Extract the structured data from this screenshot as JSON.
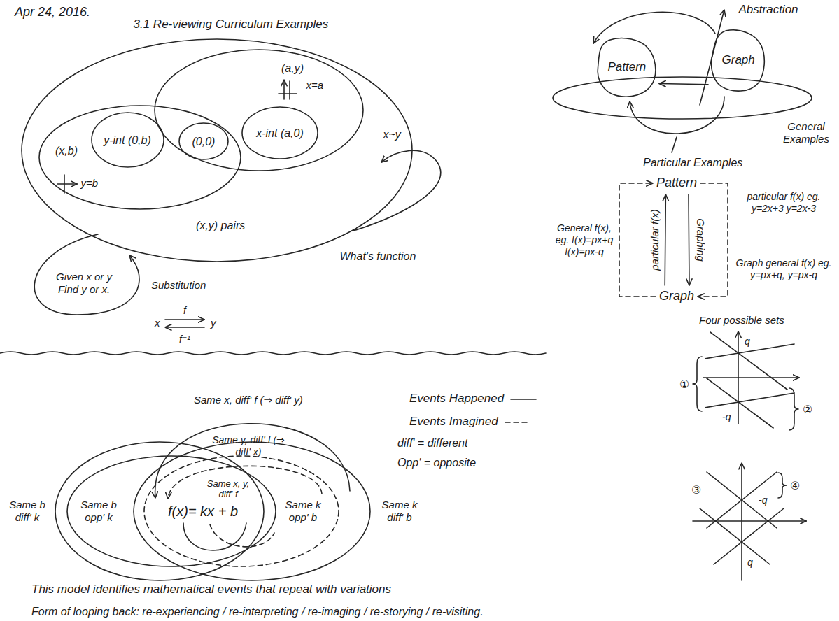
{
  "diagram": {
    "title": "3.1 Re-viewing Curriculum Examples",
    "caption": "This model identifies mathematical events that repeat with variations",
    "nodes": [
      {
        "text": [
          "(x,y) pairs"
        ]
      },
      {
        "text": [
          "(x,b)",
          "y=b"
        ],
        "in": 0
      },
      {
        "text": [
          "y-int (0,b)"
        ],
        "in": 1
      },
      {
        "text": [
          "(0,0)"
        ],
        "in": 0
      },
      {
        "text": [
          "(a,y)",
          "x=a"
        ],
        "in": 0
      },
      {
        "text": [
          "x-int (a,0)"
        ],
        "in": 4
      },
      {
        "text": [
          "Pattern"
        ]
      },
      {
        "text": [
          "Graph"
        ]
      },
      {
        "text": [
          "Pattern"
        ]
      },
      {
        "text": [
          "Graph"
        ]
      },
      {
        "text": [
          "Same b diff' k"
        ]
      },
      {
        "text": [
          "Same b opp' k"
        ]
      },
      {
        "text": [
          "Same k opp' b"
        ]
      },
      {
        "text": [
          "Same k diff' b"
        ]
      }
    ],
    "edges": [
      {
        "from": 7,
        "to": 6,
        "arrow": "to"
      },
      {
        "from": 9,
        "to": 8,
        "label": "particular f(x)",
        "arrow": "to"
      },
      {
        "from": 8,
        "to": 9,
        "label": "Graphing",
        "arrow": "to"
      },
      {
        "from": 9,
        "to": 8,
        "label": "General f(x), eg. f(x)=px+q f(x)=px-q",
        "arrow": "to"
      },
      {
        "from": 8,
        "to": 9,
        "label": "particular f(x) eg. y=2x+3 y=2x-3",
        "arrow": "to"
      }
    ],
    "labels": [
      "Apr 24, 2016.",
      "x~y",
      "What's function",
      "Given x or y Find y or x.",
      "Substitution",
      "x",
      "f",
      "y",
      "f⁻¹",
      "Abstraction",
      "General Examples",
      "Particular Examples",
      "Graph general f(x) eg. y=px+q, y=px-q",
      "Four possible sets",
      "q",
      "①",
      "-q",
      "②",
      "③",
      "-q",
      "④",
      "q",
      "Same x, diff' f (⇒ diff' y)",
      "Same y, diff' f (⇒ diff' x)",
      "Same x, y, diff' f",
      "f(x)= kx + b",
      "Form of looping back: re-experiencing / re-interpreting / re-imaging / re-storying / re-visiting."
    ],
    "legend": [
      {
        "text": "Events Happened"
      },
      {
        "text": "Events Imagined"
      },
      {
        "text": "diff' = different"
      },
      {
        "text": "Opp' = opposite"
      }
    ]
  }
}
